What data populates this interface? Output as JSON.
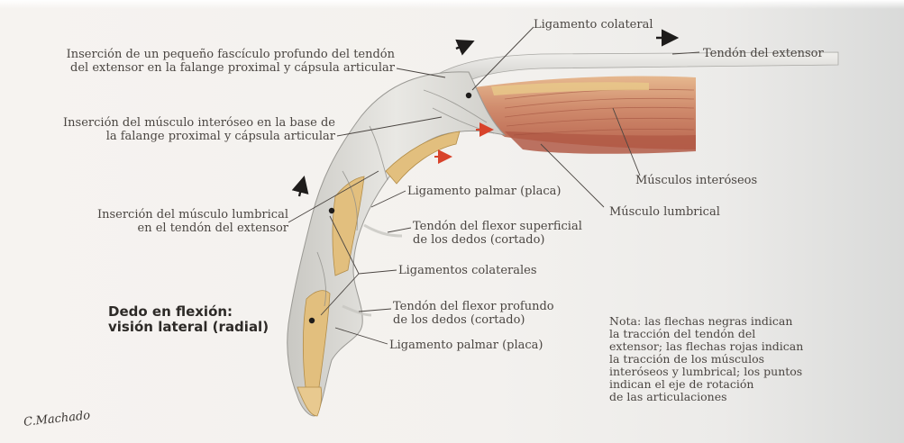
{
  "title": {
    "line1": "Dedo en flexión:",
    "line2": "visión lateral (radial)"
  },
  "labels": {
    "ligamento_colateral": "Ligamento colateral",
    "tendon_extensor": "Tendón del extensor",
    "insercion_fasciculo": [
      "Inserción de un pequeño fascículo profundo del tendón",
      "del extensor en la falange proximal y cápsula articular"
    ],
    "insercion_interoseo": [
      "Inserción del músculo interóseo en la base de",
      "la falange proximal y cápsula articular"
    ],
    "musculos_interoseos": "Músculos interóseos",
    "musculo_lumbrical": "Músculo lumbrical",
    "ligamento_palmar_1": "Ligamento palmar (placa)",
    "insercion_lumbrical": [
      "Inserción del músculo lumbrical",
      "en el tendón del extensor"
    ],
    "tendon_flexor_superficial": [
      "Tendón del flexor superficial",
      "de los dedos (cortado)"
    ],
    "ligamentos_colaterales": "Ligamentos colaterales",
    "tendon_flexor_profundo": [
      "Tendón del flexor profundo",
      "de los dedos (cortado)"
    ],
    "ligamento_palmar_2": "Ligamento palmar (placa)"
  },
  "note": [
    "Nota: las flechas negras indican",
    "la tracción del tendón del",
    "extensor; las flechas rojas indican",
    "la tracción de los músculos",
    "interóseos y lumbrical; los puntos",
    "indican el eje de rotación",
    "de las articulaciones"
  ],
  "signature": "C.Machado",
  "colors": {
    "background": "#f3f1ee",
    "text": "#4a4541",
    "tendon": "#d7d6d2",
    "muscle": "#c7826a",
    "bone": "#e2bf7e",
    "black_arrow": "#1e1c1b",
    "red_arrow": "#d8432b"
  }
}
